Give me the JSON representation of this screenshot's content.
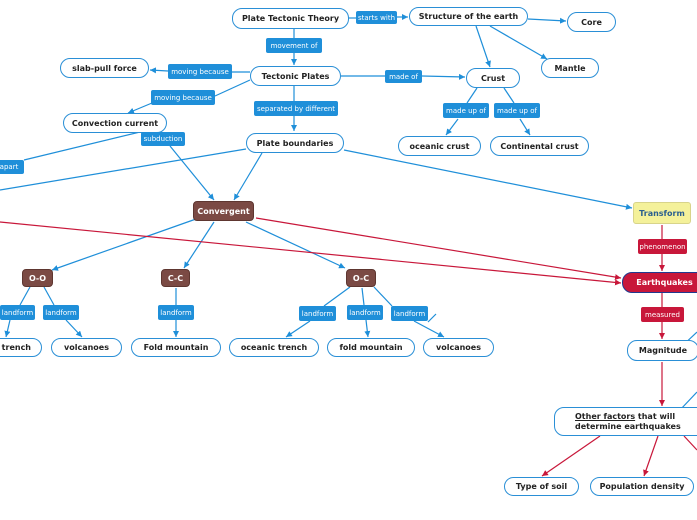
{
  "colors": {
    "blue": "#1f8fd9",
    "red": "#c8173a",
    "brown": "#7b4a44",
    "yellow": "#f4f19a"
  },
  "nodes": {
    "plate_tectonic_theory": "Plate Tectonic Theory",
    "structure_of_earth": "Structure of the earth",
    "core": "Core",
    "mantle": "Mantle",
    "crust": "Crust",
    "tectonic_plates": "Tectonic Plates",
    "slab_pull": "slab-pull force",
    "convection_current": "Convection current",
    "plate_boundaries": "Plate boundaries",
    "oceanic_crust": "oceanic crust",
    "continental_crust": "Continental crust",
    "convergent": "Convergent",
    "transform": "Transform",
    "earthquakes": "Earthquakes",
    "magnitude": "Magnitude",
    "other_factors_u": "Other factors",
    "other_factors_rest": " that will determine earthquakes",
    "oo": "O-O",
    "cc": "C-C",
    "oc": "O-C",
    "trench": "trench",
    "volcanoes_1": "volcanoes",
    "fold_mountain_1": "Fold mountain",
    "oceanic_trench": "oceanic trench",
    "fold_mountain_2": "fold mountain",
    "volcanoes_2": "volcanoes",
    "type_of_soil": "Type of soil",
    "population_density": "Population density"
  },
  "labels": {
    "starts_with": "starts with",
    "movement_of": "movement of",
    "moving_because_1": "moving because",
    "moving_because_2": "moving because",
    "made_of": "made of",
    "made_up_of_1": "made up of",
    "made_up_of_2": "made up of",
    "separated_by": "separated by different",
    "subduction": "subduction",
    "apart": "apart",
    "landform_1": "landform",
    "landform_2": "landform",
    "landform_3": "landform",
    "landform_4": "landform",
    "landform_5": "landform",
    "landform_6": "landform",
    "phenomenon": "phenomenon",
    "measured": "measured"
  }
}
